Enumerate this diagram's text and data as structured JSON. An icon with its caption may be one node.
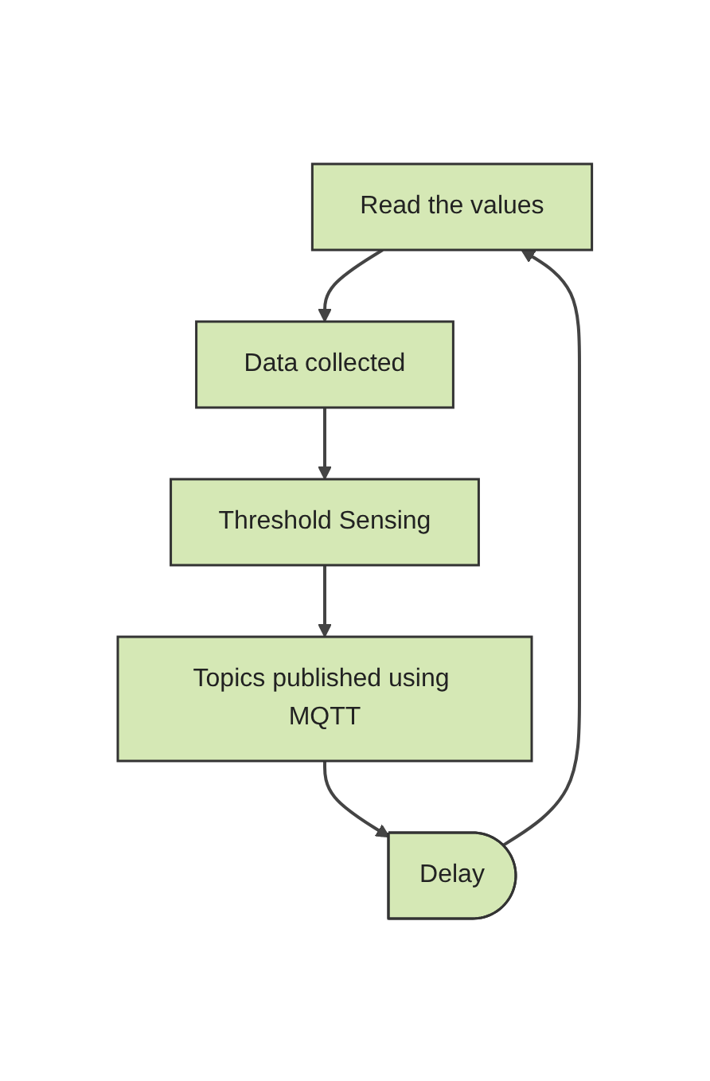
{
  "diagram": {
    "nodes": [
      {
        "text": [
          "Read the values"
        ]
      },
      {
        "text": [
          "Data collected"
        ]
      },
      {
        "text": [
          "Threshold Sensing"
        ]
      },
      {
        "text": [
          "Topics published using MQTT"
        ]
      },
      {
        "text": [
          "Delay"
        ]
      }
    ],
    "edges": [
      {
        "from": 0,
        "to": 1,
        "arrow": "to"
      },
      {
        "from": 1,
        "to": 2,
        "arrow": "to"
      },
      {
        "from": 2,
        "to": 3,
        "arrow": "to"
      },
      {
        "from": 3,
        "to": 4,
        "arrow": "to"
      },
      {
        "from": 4,
        "to": 0,
        "arrow": "to"
      }
    ]
  }
}
